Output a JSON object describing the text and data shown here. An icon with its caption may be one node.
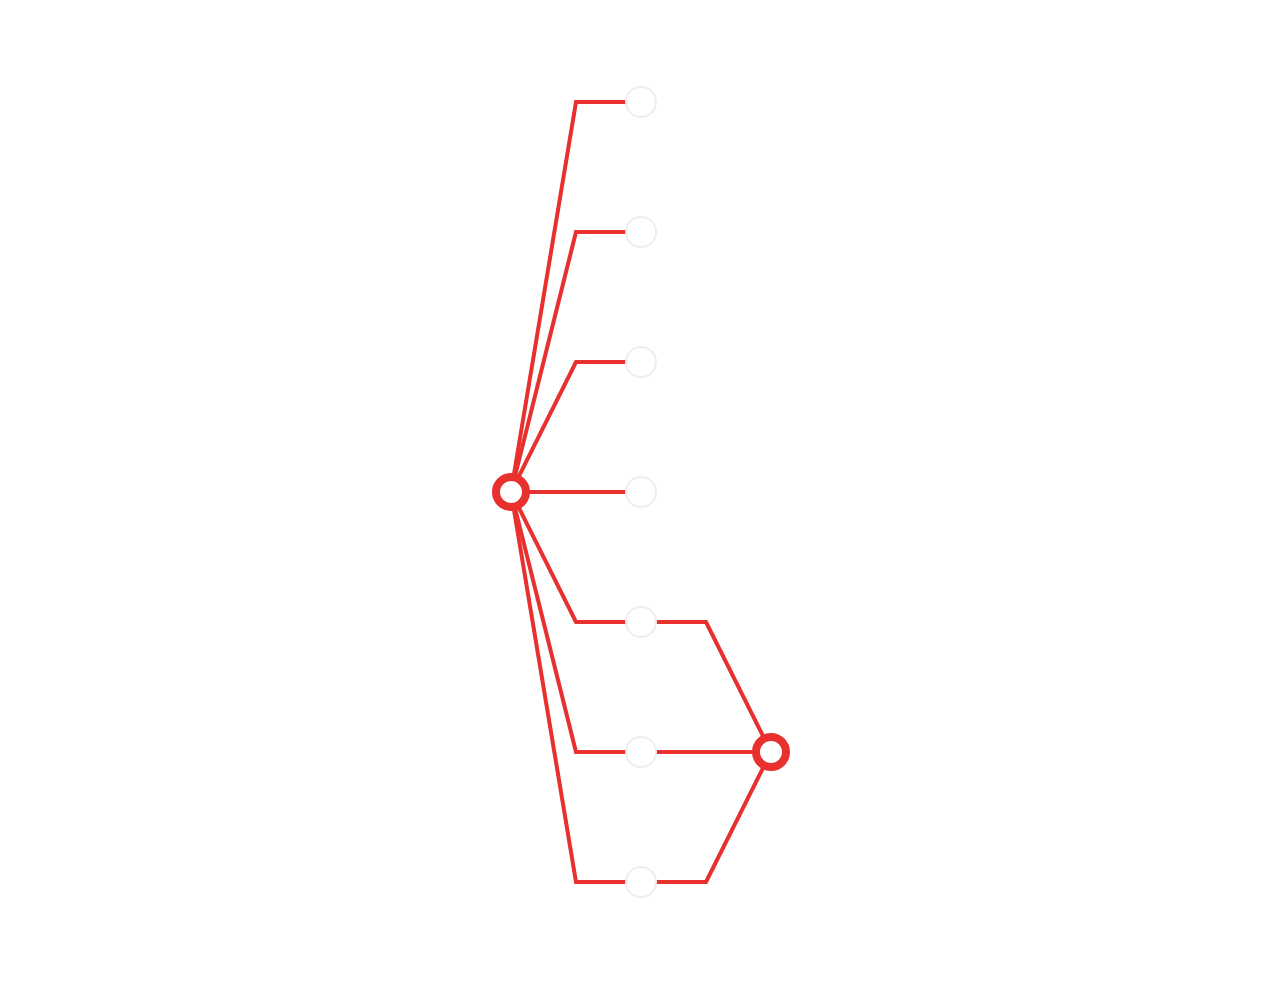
{
  "diagram": {
    "nodes": [
      {
        "text": [],
        "shape": "circle"
      },
      {
        "text": [],
        "shape": "circle"
      },
      {
        "text": [],
        "shape": "circle"
      },
      {
        "text": [],
        "shape": "circle"
      },
      {
        "text": [],
        "shape": "circle"
      },
      {
        "text": [],
        "shape": "circle"
      },
      {
        "text": [],
        "shape": "circle"
      },
      {
        "text": [],
        "shape": "circle"
      },
      {
        "text": [],
        "shape": "circle"
      }
    ],
    "edges": [
      {
        "from": 4,
        "to": 0,
        "arrow": "none"
      },
      {
        "from": 4,
        "to": 1,
        "arrow": "none"
      },
      {
        "from": 4,
        "to": 2,
        "arrow": "none"
      },
      {
        "from": 4,
        "to": 3,
        "arrow": "none"
      },
      {
        "from": 4,
        "to": 5,
        "arrow": "none"
      },
      {
        "from": 4,
        "to": 6,
        "arrow": "none"
      },
      {
        "from": 4,
        "to": 7,
        "arrow": "none"
      },
      {
        "from": 5,
        "to": 8,
        "arrow": "none"
      },
      {
        "from": 6,
        "to": 8,
        "arrow": "none"
      },
      {
        "from": 7,
        "to": 8,
        "arrow": "none"
      }
    ]
  }
}
